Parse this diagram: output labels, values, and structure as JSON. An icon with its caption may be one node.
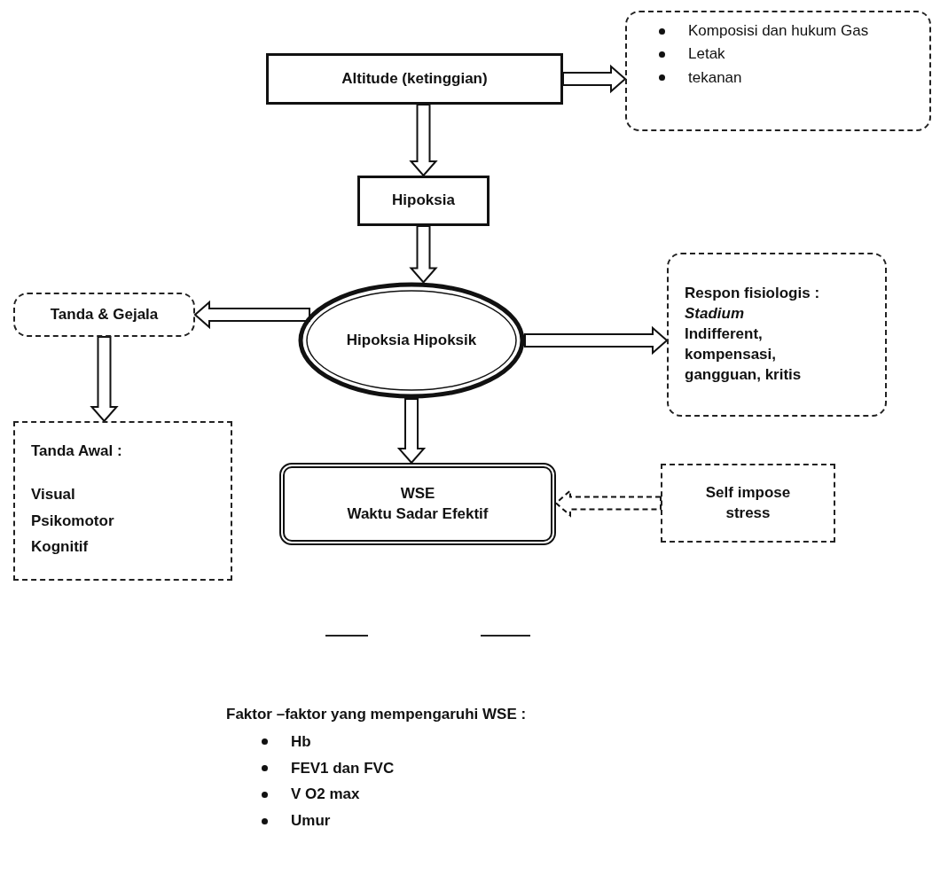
{
  "diagram": {
    "nodes": [
      {
        "text": [
          "Altitude (ketinggian)"
        ]
      },
      {
        "text": [
          "Komposisi dan hukum Gas",
          "Letak",
          "tekanan"
        ]
      },
      {
        "text": [
          "Hipoksia"
        ]
      },
      {
        "text": [
          "Hipoksia Hipoksik"
        ]
      },
      {
        "text": [
          "Tanda & Gejala"
        ]
      },
      {
        "text": [
          "Respon fisiologis :",
          "Stadium",
          "Indifferent, kompensasi, gangguan, kritis"
        ]
      },
      {
        "text": [
          "Tanda Awal :",
          "Visual",
          "Psikomotor",
          "Kognitif"
        ]
      },
      {
        "text": [
          "WSE",
          "Waktu Sadar Efektif"
        ]
      },
      {
        "text": [
          "Self impose stress"
        ]
      }
    ],
    "edges": [
      {
        "from": 0,
        "to": 1,
        "arrow": "to"
      },
      {
        "from": 0,
        "to": 2,
        "arrow": "to"
      },
      {
        "from": 2,
        "to": 3,
        "arrow": "to"
      },
      {
        "from": 3,
        "to": 4,
        "arrow": "to"
      },
      {
        "from": 3,
        "to": 5,
        "arrow": "to"
      },
      {
        "from": 3,
        "to": 7,
        "arrow": "to"
      },
      {
        "from": 4,
        "to": 6,
        "arrow": "to"
      },
      {
        "from": 8,
        "to": 7,
        "arrow": "to",
        "style": "dashed"
      }
    ],
    "labels": [
      "Faktor –faktor yang mempengaruhi WSE :",
      "Hb",
      "FEV1 dan FVC",
      "V O2 max",
      "Umur"
    ]
  }
}
